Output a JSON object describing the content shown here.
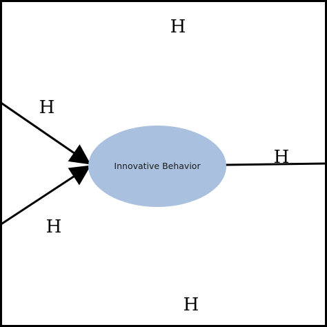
{
  "diagram": {
    "center_node": {
      "label": "Innovative Behavior",
      "fill": "#a9c1de"
    },
    "hypothesis_labels": {
      "top": "H",
      "upper_left": "H",
      "lower_left": "H",
      "right": "H",
      "bottom": "H"
    },
    "line_color": "#000000"
  }
}
